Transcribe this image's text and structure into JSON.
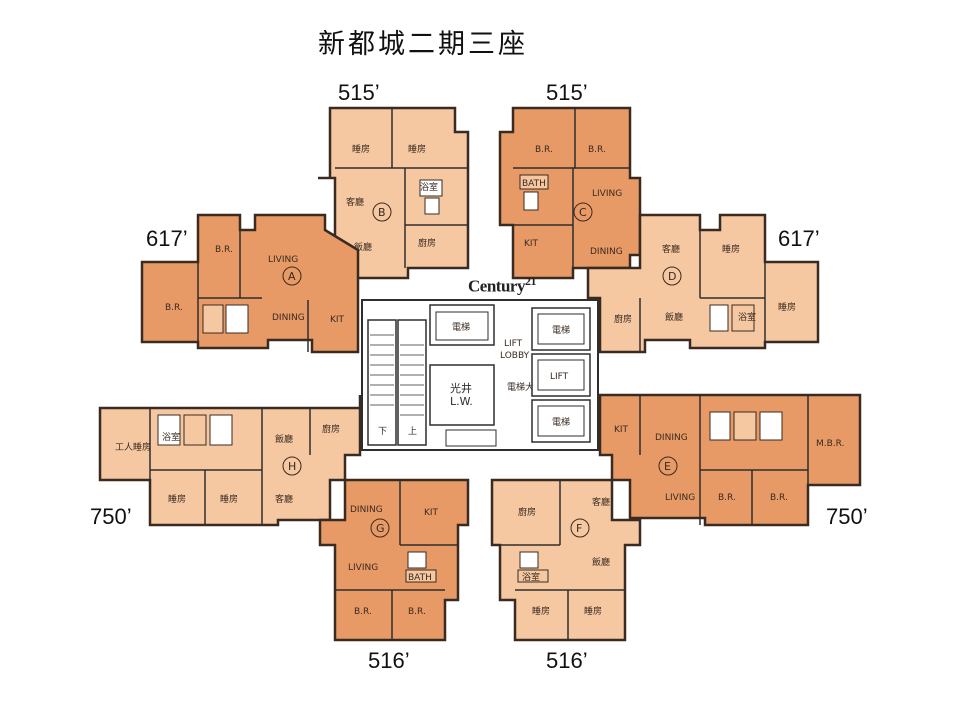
{
  "title": "新都城二期三座",
  "brand": {
    "name": "Century",
    "number": "21"
  },
  "units": [
    {
      "id": "A",
      "area": "617’",
      "rooms": {
        "living": "LIVING",
        "dining": "DINING",
        "kit": "KIT",
        "br1": "B.R.",
        "br2": "B.R."
      }
    },
    {
      "id": "B",
      "area": "515’",
      "rooms": {
        "r1": "睡房",
        "r2": "睡房",
        "living": "客廳",
        "dining": "飯廳",
        "kit": "廚房",
        "bath": "浴室"
      }
    },
    {
      "id": "C",
      "area": "515’",
      "rooms": {
        "br1": "B.R.",
        "br2": "B.R.",
        "living": "LIVING",
        "dining": "DINING",
        "kit": "KIT",
        "bath": "BATH"
      }
    },
    {
      "id": "D",
      "area": "617’",
      "rooms": {
        "living": "客廳",
        "dining": "飯廳",
        "r1": "睡房",
        "r2": "睡房",
        "kit": "廚房",
        "bath": "浴室"
      }
    },
    {
      "id": "E",
      "area": "750’",
      "rooms": {
        "dining": "DINING",
        "living": "LIVING",
        "kit": "KIT",
        "br1": "B.R.",
        "br2": "B.R.",
        "mbr": "M.B.R."
      }
    },
    {
      "id": "F",
      "area": "516’",
      "rooms": {
        "living": "客廳",
        "dining": "飯廳",
        "r1": "睡房",
        "r2": "睡房",
        "kit": "廚房",
        "bath": "浴室"
      }
    },
    {
      "id": "G",
      "area": "516’",
      "rooms": {
        "dining": "DINING",
        "living": "LIVING",
        "kit": "KIT",
        "br1": "B.R.",
        "br2": "B.R.",
        "bath": "BATH"
      }
    },
    {
      "id": "H",
      "area": "750’",
      "rooms": {
        "living": "客廳",
        "dining": "飯廳",
        "kit": "廚房",
        "r1": "睡房",
        "r2": "睡房",
        "maid": "工人睡房",
        "bath": "浴室"
      }
    }
  ],
  "core": {
    "lift_lobby": "LIFT\nLOBBY",
    "lift": "LIFT",
    "lw_cn": "光井",
    "lw": "L.W.",
    "lift_cn": "電梯",
    "lobby_cn": "電梯大堂",
    "up": "上",
    "down": "下"
  },
  "colors": {
    "dark": "#e79a66",
    "light": "#f5c8a2",
    "wall": "#2b2b2b"
  }
}
